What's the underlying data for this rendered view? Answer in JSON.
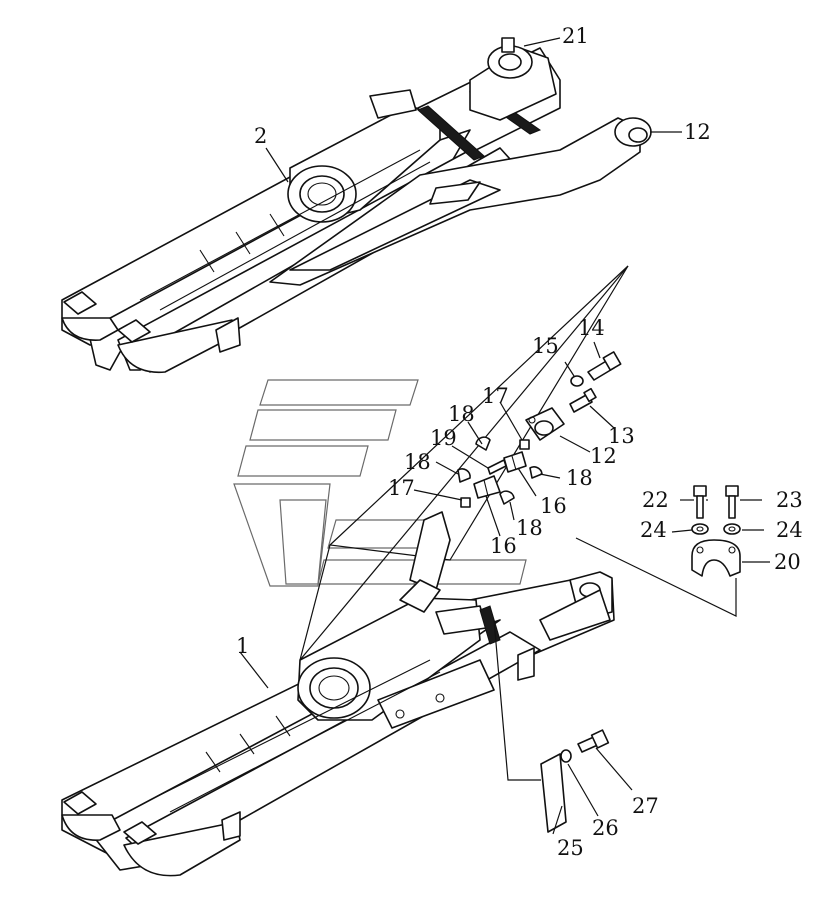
{
  "labels": {
    "p1": "1",
    "p2": "2",
    "p12a": "12",
    "p12b": "12",
    "p13": "13",
    "p14": "14",
    "p15": "15",
    "p16a": "16",
    "p16b": "16",
    "p17a": "17",
    "p17b": "17",
    "p18a": "18",
    "p18b": "18",
    "p18c": "18",
    "p18d": "18",
    "p19": "19",
    "p20": "20",
    "p21": "21",
    "p22": "22",
    "p23": "23",
    "p24a": "24",
    "p24b": "24",
    "p25": "25",
    "p26": "26",
    "p27": "27"
  },
  "colors": {
    "line": "#111111",
    "background": "#ffffff",
    "watermark": "#6a6a6a"
  }
}
